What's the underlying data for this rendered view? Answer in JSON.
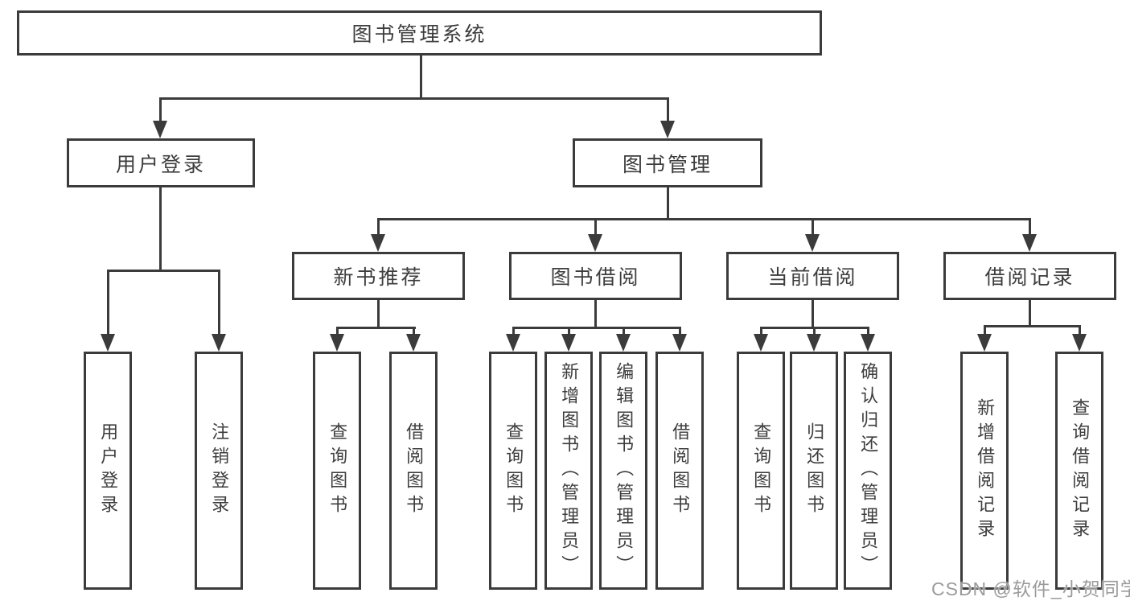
{
  "root": {
    "label": "图书管理系统"
  },
  "level2": [
    {
      "label": "用户登录"
    },
    {
      "label": "图书管理"
    }
  ],
  "level3": [
    {
      "label": "新书推荐"
    },
    {
      "label": "图书借阅"
    },
    {
      "label": "当前借阅"
    },
    {
      "label": "借阅记录"
    }
  ],
  "leaves": {
    "user_login": [
      "用户登录",
      "注销登录"
    ],
    "new_book_recommend": [
      "查询图书",
      "借阅图书"
    ],
    "book_borrow": [
      "查询图书",
      "新增图书（管理员）",
      "编辑图书（管理员）",
      "借阅图书"
    ],
    "current_borrow": [
      "查询图书",
      "归还图书",
      "确认归还（管理员）"
    ],
    "borrow_records": [
      "新增借阅记录",
      "查询借阅记录"
    ]
  },
  "watermark": "CSDN @软件_小贺同学",
  "colors": {
    "line": "#3b3b3b",
    "text": "#3d3d3d",
    "background": "#ffffff",
    "watermark": "#9b9b9b"
  }
}
